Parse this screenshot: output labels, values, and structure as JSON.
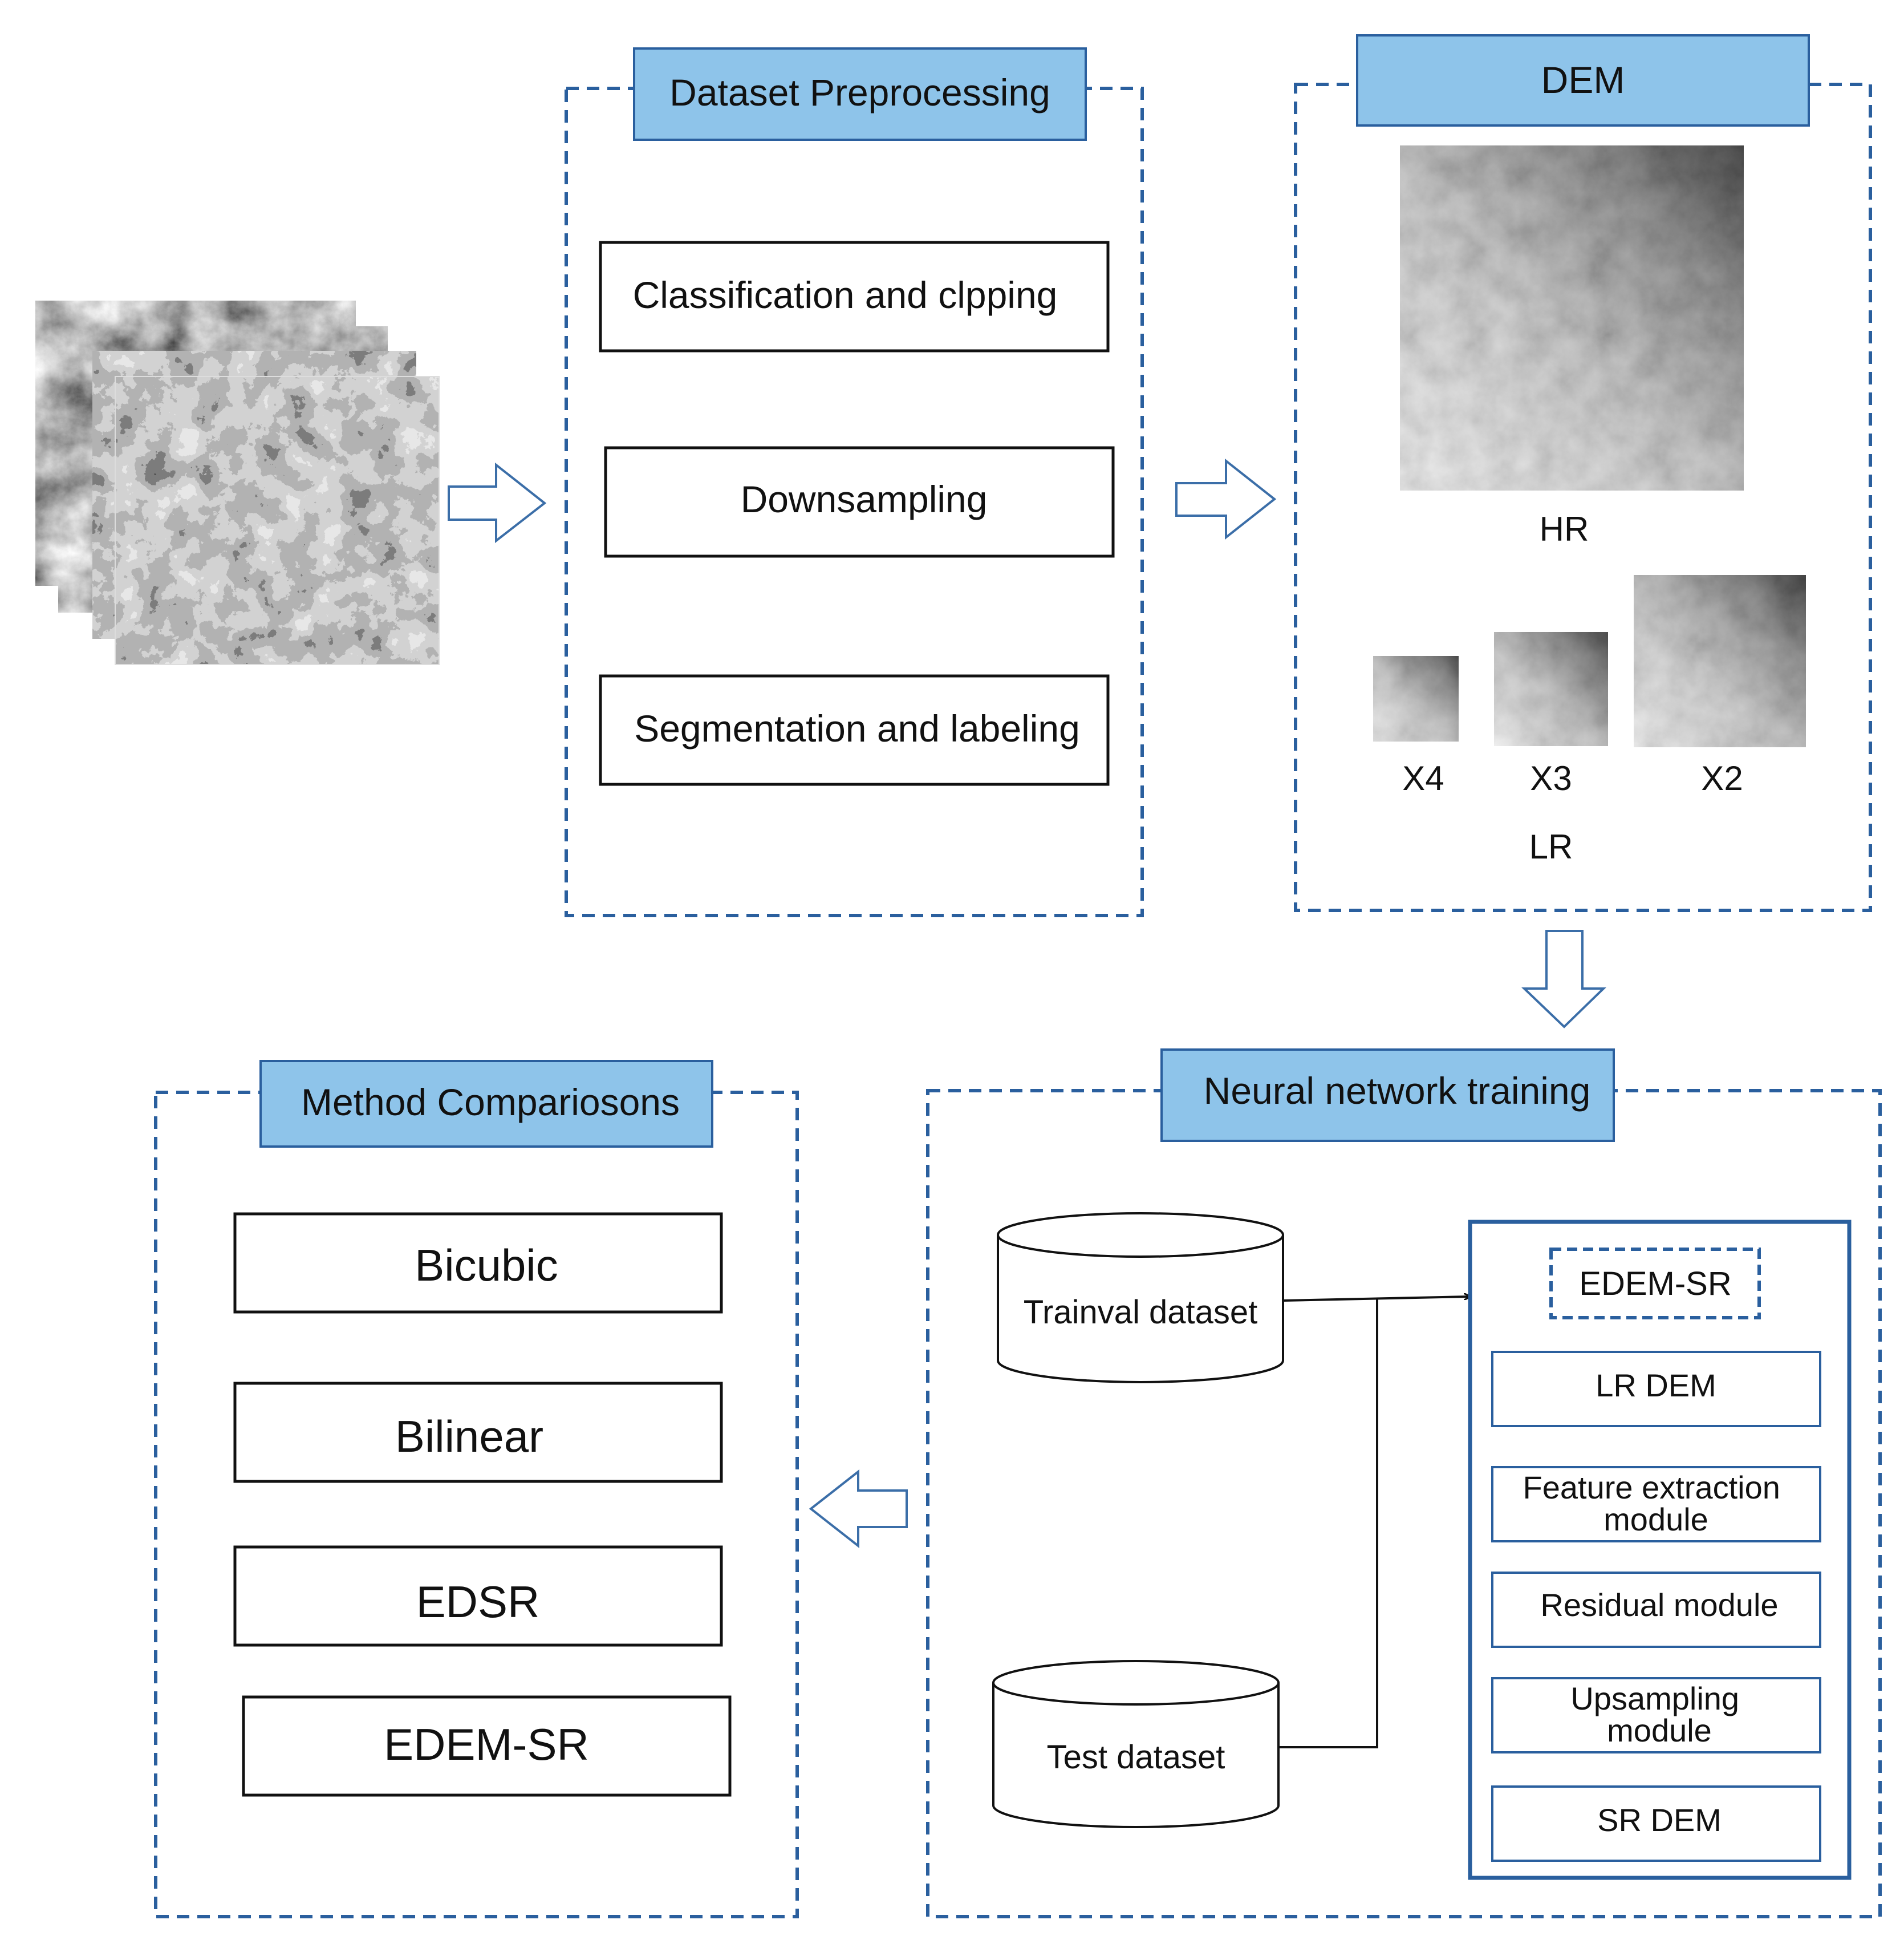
{
  "colors": {
    "panel_dash": "#2a5f9e",
    "header_fill": "#8ec4ea",
    "header_stroke": "#2a5f9e",
    "arrow_stroke": "#3b6ea8",
    "box_stroke": "#111111"
  },
  "preprocessing": {
    "title": "Dataset Preprocessing",
    "steps": [
      "Classification and clpping",
      "Downsampling",
      "Segmentation and labeling"
    ]
  },
  "dem": {
    "title": "DEM",
    "hr_label": "HR",
    "lr_label": "LR",
    "scales": [
      "X4",
      "X3",
      "X2"
    ]
  },
  "training": {
    "title": "Neural network training",
    "trainval_label": "Trainval dataset",
    "test_label": "Test dataset",
    "model_name": "EDEM-SR",
    "modules": [
      "LR DEM",
      "Feature extraction module",
      "Residual module",
      "Upsampling module",
      "SR DEM"
    ]
  },
  "comparison": {
    "title": "Method Compariosons",
    "methods": [
      "Bicubic",
      "Bilinear",
      "EDSR",
      "EDEM-SR"
    ]
  }
}
